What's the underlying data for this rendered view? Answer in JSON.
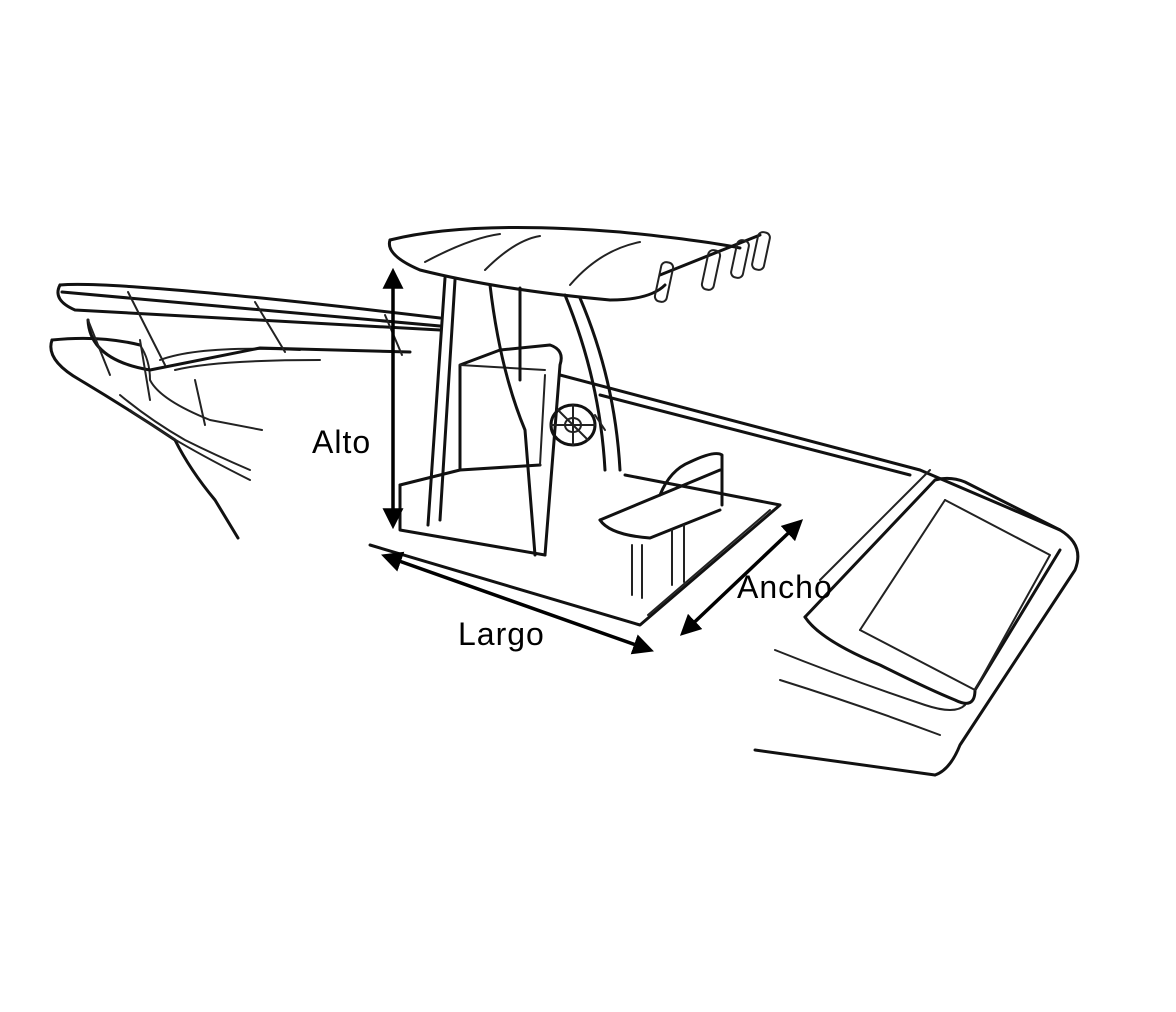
{
  "dimensions": {
    "height_label": "Alto",
    "length_label": "Largo",
    "width_label": "Ancho"
  },
  "colors": {
    "line": "#111111",
    "background": "#ffffff"
  }
}
